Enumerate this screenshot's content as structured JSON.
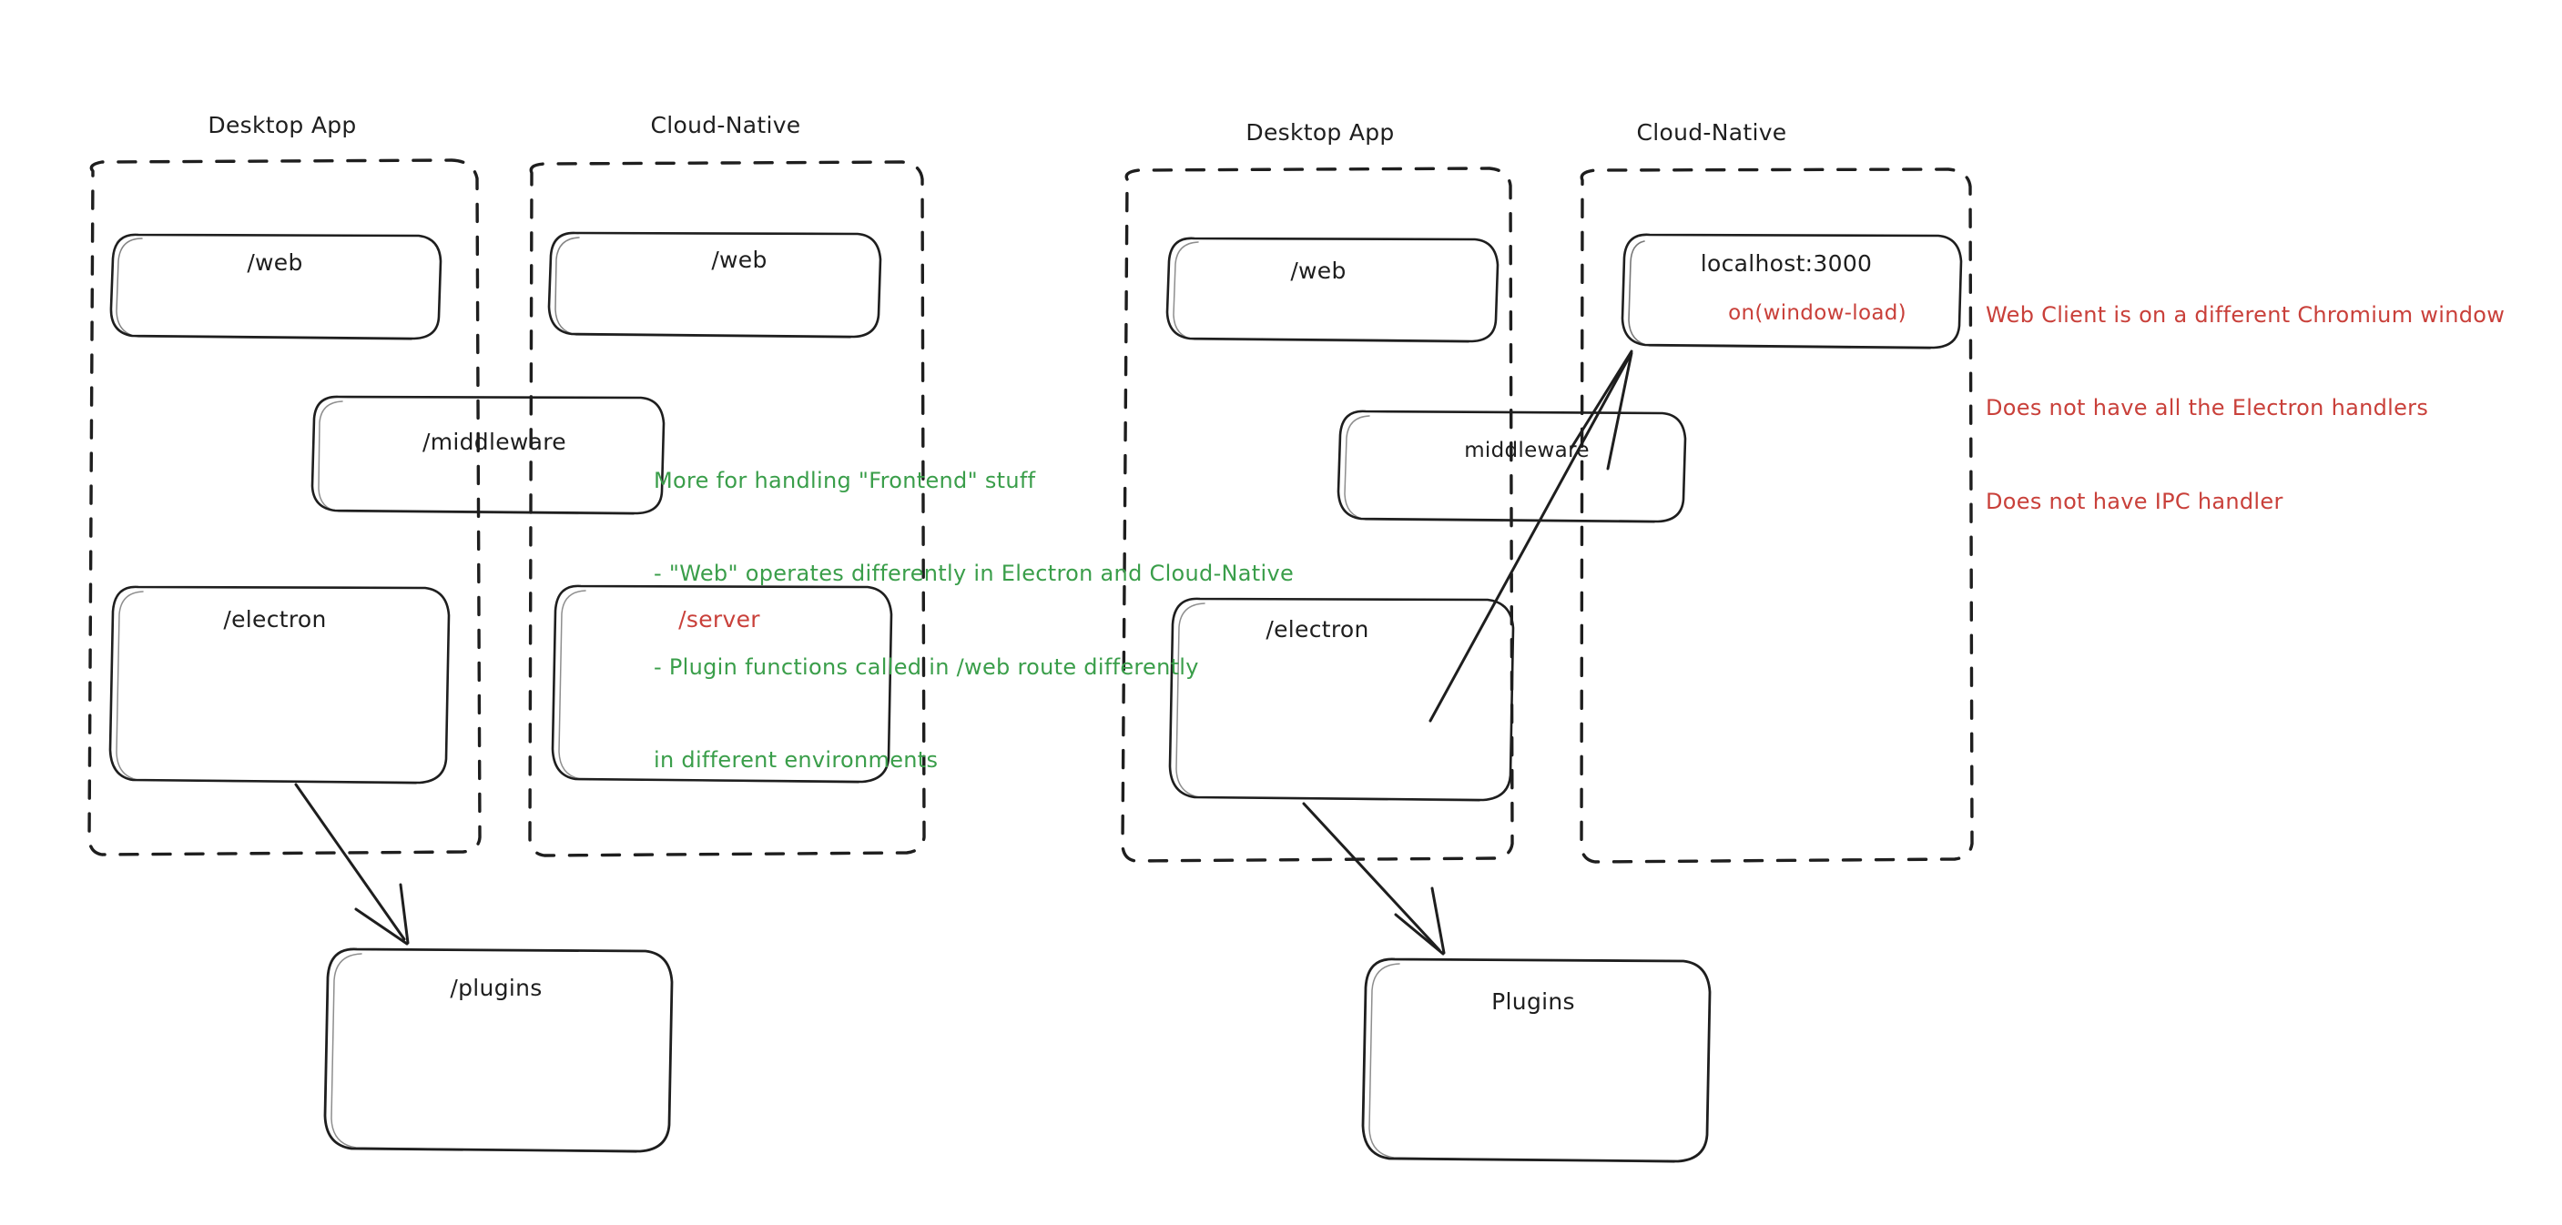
{
  "meta": {
    "diagram_title": "Desktop App vs Cloud-Native architecture comparison",
    "background": "#ffffff",
    "ink": "#1e1e1e",
    "accent_green": "#3a9e4a",
    "accent_red": "#c9403a"
  },
  "left_diagram": {
    "groups": [
      {
        "id": "left-desktop",
        "label": "Desktop App"
      },
      {
        "id": "left-cloud",
        "label": "Cloud-Native"
      }
    ],
    "boxes": [
      {
        "id": "left-desktop-web",
        "label": "/web",
        "color": "#1e1e1e"
      },
      {
        "id": "left-cloud-web",
        "label": "/web",
        "color": "#1e1e1e"
      },
      {
        "id": "left-middleware",
        "label": "/middleware",
        "color": "#1e1e1e"
      },
      {
        "id": "left-electron",
        "label": "/electron",
        "color": "#1e1e1e"
      },
      {
        "id": "left-server",
        "label": "/server",
        "color": "#c9403a"
      },
      {
        "id": "left-plugins",
        "label": "/plugins",
        "color": "#1e1e1e"
      }
    ],
    "annotation_green": {
      "lines": [
        "More for handling \"Frontend\" stuff",
        "- \"Web\" operates differently in Electron and Cloud-Native",
        "- Plugin functions called in /web route differently",
        "in different environments"
      ]
    },
    "arrows": [
      {
        "id": "left-electron-to-plugins",
        "from": "left-electron",
        "to": "left-plugins"
      }
    ]
  },
  "right_diagram": {
    "groups": [
      {
        "id": "right-desktop",
        "label": "Desktop App"
      },
      {
        "id": "right-cloud",
        "label": "Cloud-Native"
      }
    ],
    "boxes": [
      {
        "id": "right-desktop-web",
        "label": "/web",
        "color": "#1e1e1e"
      },
      {
        "id": "right-localhost",
        "label": "localhost:3000",
        "color": "#1e1e1e",
        "sublabel": "on(window-load)",
        "sublabel_color": "#c9403a"
      },
      {
        "id": "right-middleware",
        "label": "middleware",
        "color": "#1e1e1e"
      },
      {
        "id": "right-electron",
        "label": "/electron",
        "color": "#1e1e1e"
      },
      {
        "id": "right-plugins",
        "label": "Plugins",
        "color": "#1e1e1e"
      }
    ],
    "annotation_red": {
      "lines": [
        "Web Client is on a different Chromium window",
        "Does not have all the Electron handlers",
        "Does not have IPC handler"
      ]
    },
    "arrows": [
      {
        "id": "right-electron-to-localhost",
        "from": "right-electron",
        "to": "right-localhost"
      },
      {
        "id": "right-electron-to-plugins",
        "from": "right-electron",
        "to": "right-plugins"
      }
    ]
  }
}
